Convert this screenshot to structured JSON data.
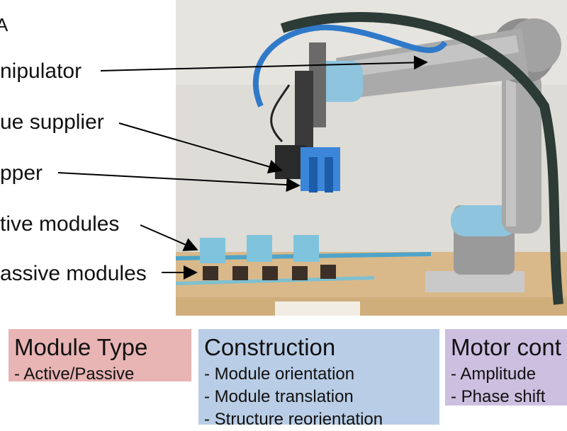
{
  "labels": {
    "corner": "A",
    "manipulator": "nipulator",
    "glue_supplier": "ue supplier",
    "gripper": "pper",
    "active_modules": "tive modules",
    "passive_modules": "assive modules"
  },
  "panels": {
    "module_type": {
      "title": "Module Type",
      "items": [
        "- Active/Passive"
      ],
      "color": "#e8b4b4"
    },
    "construction": {
      "title": "Construction",
      "items": [
        "- Module orientation",
        "- Module translation",
        "- Structure reorientation"
      ],
      "color": "#b9cde6"
    },
    "motor_control": {
      "title": "Motor cont",
      "items": [
        "- Amplitude",
        "- Phase shift"
      ],
      "color": "#cdbfe0"
    }
  }
}
